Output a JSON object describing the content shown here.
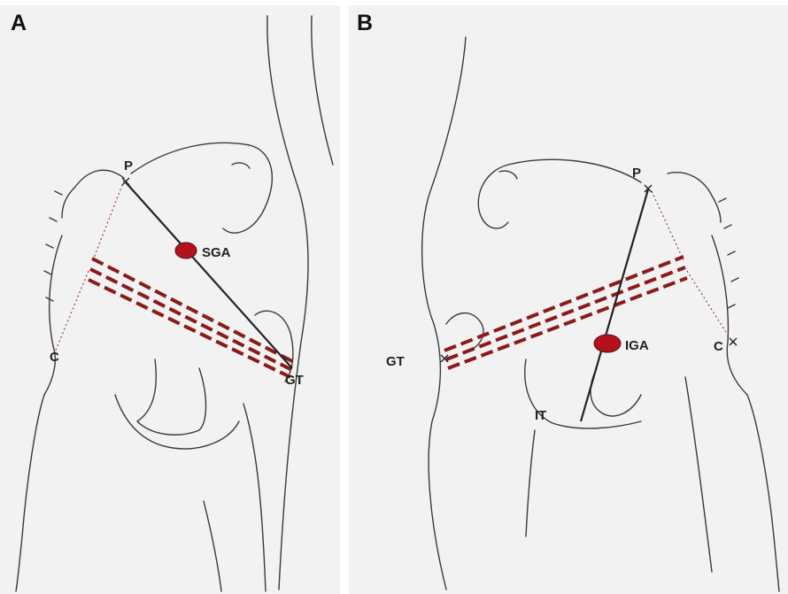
{
  "panels": [
    {
      "letter": "A",
      "labels": {
        "p": "P",
        "artery": "SGA",
        "c": "C",
        "gt": "GT"
      },
      "colors": {
        "artery": "#b3121d",
        "incision": "#8b1a1a"
      }
    },
    {
      "letter": "B",
      "labels": {
        "p": "P",
        "artery": "IGA",
        "c": "C",
        "gt": "GT",
        "it": "IT"
      },
      "colors": {
        "artery": "#b3121d",
        "incision": "#8b1a1a"
      }
    }
  ]
}
